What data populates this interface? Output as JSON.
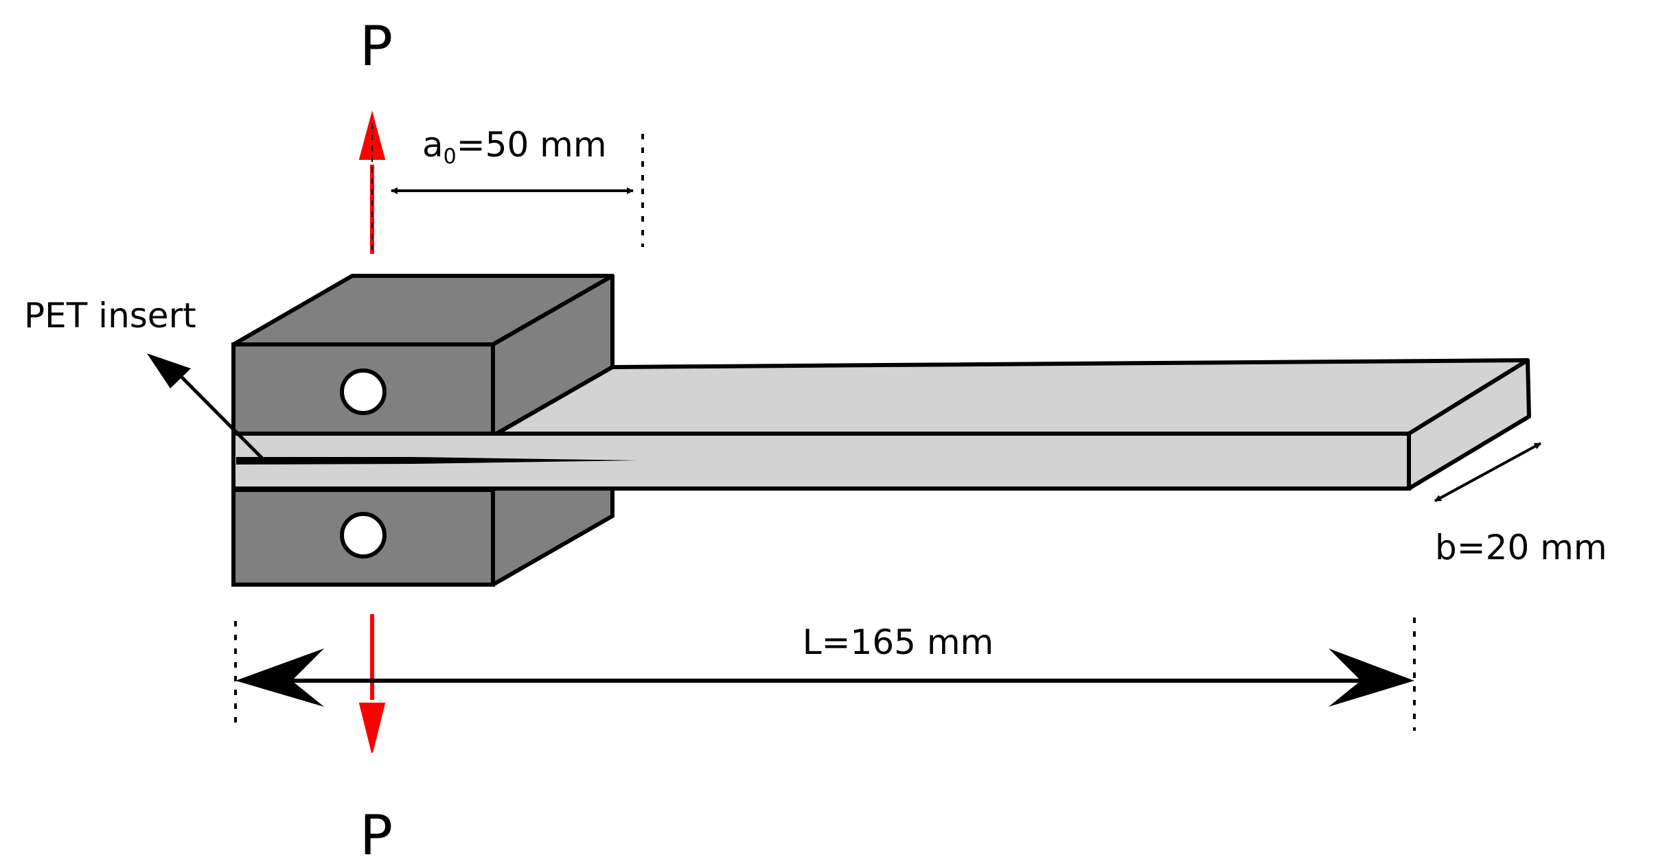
{
  "labels": {
    "load_top": "P",
    "load_bottom": "P",
    "crack_prefix": "a",
    "crack_sub": "0",
    "crack_suffix": "=50 mm",
    "insert": "PET insert",
    "width": "b=20 mm",
    "length": "L=165 mm"
  },
  "colors": {
    "block_dark": "#808080",
    "beam_light": "#d3d3d3",
    "outline": "#000000",
    "load_arrow": "#ff0000",
    "hole": "#ffffff"
  }
}
